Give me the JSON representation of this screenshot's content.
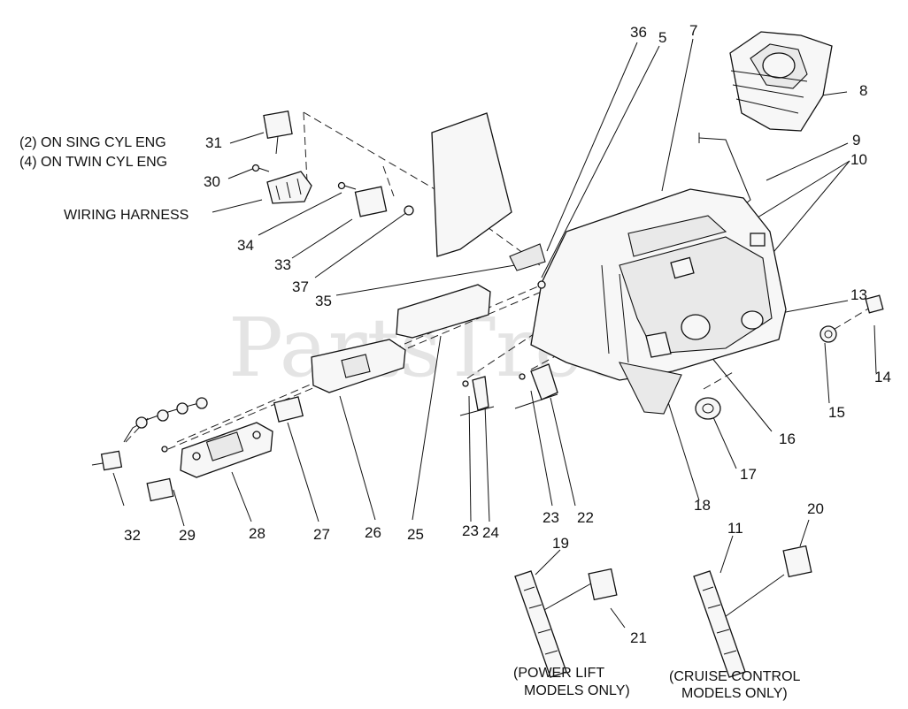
{
  "watermark": "PartsTree",
  "notes": {
    "sing_cyl": "(2) ON SING CYL ENG",
    "twin_cyl": "(4) ON TWIN CYL ENG",
    "wiring_harness": "WIRING HARNESS",
    "power_lift_1": "(POWER LIFT",
    "power_lift_2": "MODELS ONLY)",
    "cruise_1": "(CRUISE CONTROL",
    "cruise_2": "MODELS ONLY)"
  },
  "callouts": [
    {
      "id": "c36",
      "text": "36"
    },
    {
      "id": "c5",
      "text": "5"
    },
    {
      "id": "c7",
      "text": "7"
    },
    {
      "id": "c8",
      "text": "8"
    },
    {
      "id": "c9",
      "text": "9"
    },
    {
      "id": "c10",
      "text": "10"
    },
    {
      "id": "c31",
      "text": "31"
    },
    {
      "id": "c30",
      "text": "30"
    },
    {
      "id": "c34",
      "text": "34"
    },
    {
      "id": "c33",
      "text": "33"
    },
    {
      "id": "c37",
      "text": "37"
    },
    {
      "id": "c35",
      "text": "35"
    },
    {
      "id": "c13",
      "text": "13"
    },
    {
      "id": "c15",
      "text": "15"
    },
    {
      "id": "c14",
      "text": "14"
    },
    {
      "id": "c16",
      "text": "16"
    },
    {
      "id": "c17",
      "text": "17"
    },
    {
      "id": "c18",
      "text": "18"
    },
    {
      "id": "c32",
      "text": "32"
    },
    {
      "id": "c29",
      "text": "29"
    },
    {
      "id": "c28",
      "text": "28"
    },
    {
      "id": "c27",
      "text": "27"
    },
    {
      "id": "c26",
      "text": "26"
    },
    {
      "id": "c25",
      "text": "25"
    },
    {
      "id": "c23a",
      "text": "23"
    },
    {
      "id": "c24",
      "text": "24"
    },
    {
      "id": "c23b",
      "text": "23"
    },
    {
      "id": "c22",
      "text": "22"
    },
    {
      "id": "c19",
      "text": "19"
    },
    {
      "id": "c21",
      "text": "21"
    },
    {
      "id": "c11",
      "text": "11"
    },
    {
      "id": "c20",
      "text": "20"
    }
  ]
}
